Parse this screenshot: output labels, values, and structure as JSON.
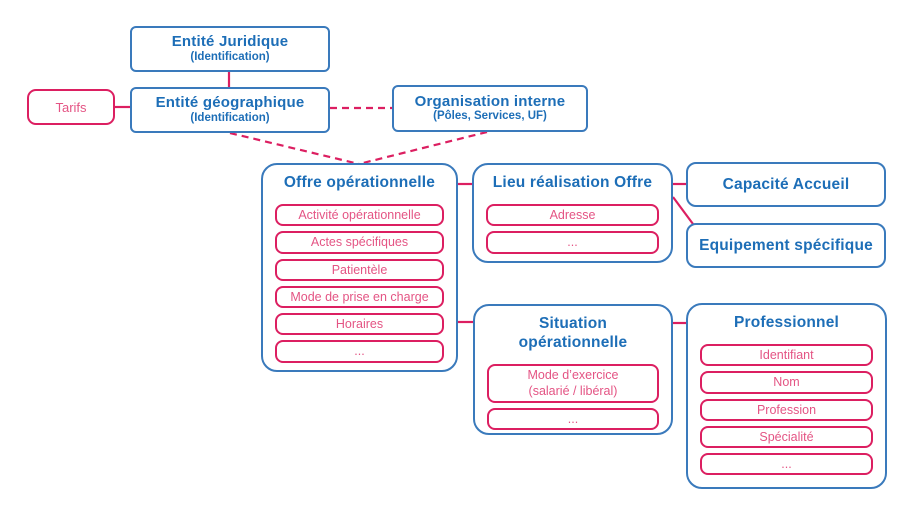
{
  "diagram": {
    "colors": {
      "blue_text": "#1d6eb7",
      "blue_border": "#3a7abc",
      "pink": "#dc1f61",
      "pink_text": "#e45484"
    },
    "nodes": {
      "entite_juridique": {
        "title": "Entité Juridique",
        "subtitle": "(Identification)"
      },
      "entite_geographique": {
        "title": "Entité géographique",
        "subtitle": "(Identification)"
      },
      "tarifs": {
        "label": "Tarifs"
      },
      "organisation_interne": {
        "title": "Organisation interne",
        "subtitle": "(Pôles, Services, UF)"
      },
      "offre_operationnelle": {
        "title": "Offre opérationnelle",
        "items": [
          "Activité opérationnelle",
          "Actes spécifiques",
          "Patientèle",
          "Mode de prise en charge",
          "Horaires",
          "..."
        ]
      },
      "lieu_realisation_offre": {
        "title": "Lieu réalisation Offre",
        "items": [
          "Adresse",
          "..."
        ]
      },
      "capacite_accueil": {
        "title": "Capacité Accueil"
      },
      "equipement_specifique": {
        "title": "Equipement spécifique"
      },
      "situation_operationnelle": {
        "title": "Situation opérationnelle",
        "items": [
          "Mode d’exercice\n(salarié / libéral)",
          "..."
        ]
      },
      "professionnel": {
        "title": "Professionnel",
        "items": [
          "Identifiant",
          "Nom",
          "Profession",
          "Spécialité",
          "..."
        ]
      }
    }
  }
}
